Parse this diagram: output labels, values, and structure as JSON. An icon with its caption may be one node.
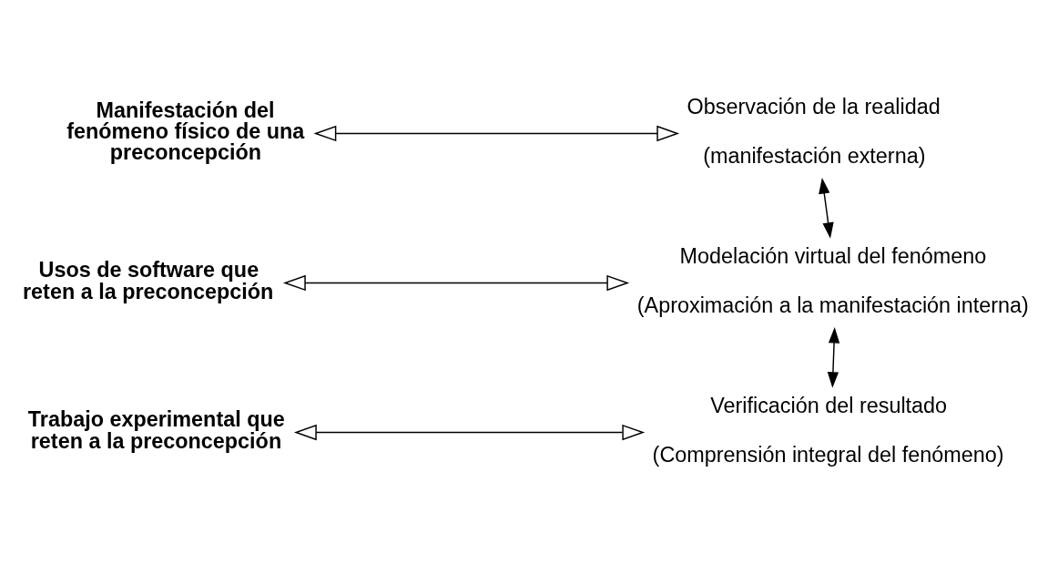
{
  "diagram": {
    "nodes": [
      {
        "text": [
          "Manifestación del fenómeno físico de una preconcepción"
        ]
      },
      {
        "text": [
          "Observación de la realidad",
          "(manifestación externa)"
        ]
      },
      {
        "text": [
          "Usos de software que reten a la preconcepción"
        ]
      },
      {
        "text": [
          "Modelación virtual del fenómeno",
          "(Aproximación a la manifestación interna)"
        ]
      },
      {
        "text": [
          "Trabajo experimental que reten a la preconcepción"
        ]
      },
      {
        "text": [
          "Verificación del resultado",
          "(Comprensión integral del fenómeno)"
        ]
      }
    ],
    "edges": [
      {
        "from": 0,
        "to": 1,
        "arrow": "both"
      },
      {
        "from": 1,
        "to": 3,
        "arrow": "both"
      },
      {
        "from": 2,
        "to": 3,
        "arrow": "both"
      },
      {
        "from": 3,
        "to": 5,
        "arrow": "both"
      },
      {
        "from": 4,
        "to": 5,
        "arrow": "both"
      }
    ]
  }
}
